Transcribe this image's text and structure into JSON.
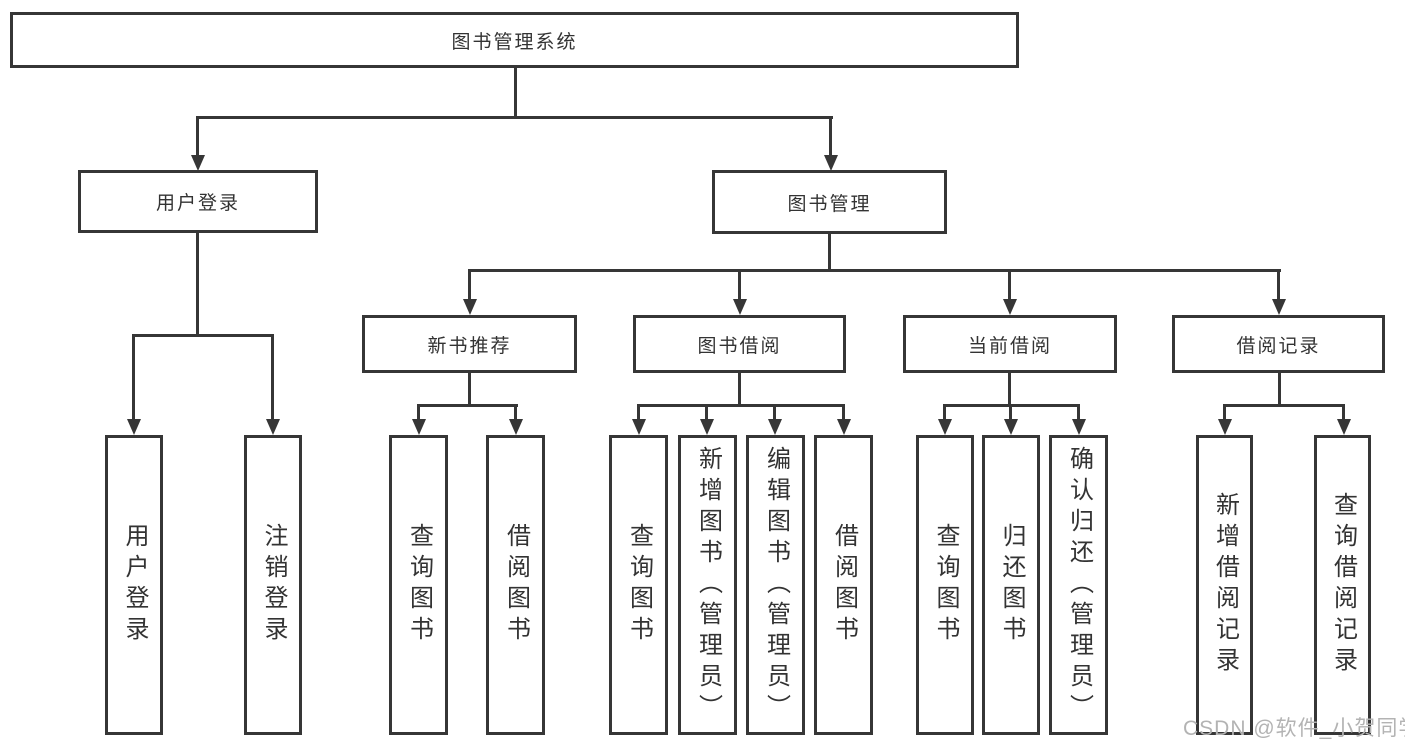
{
  "diagram": {
    "type": "tree",
    "colors": {
      "line": "#363636",
      "text": "#333333",
      "watermark": "#b3b3b3",
      "background": "#ffffff"
    },
    "root": {
      "label": "图书管理系统"
    },
    "branches": {
      "user_login": {
        "label": "用户登录",
        "children": [
          {
            "label": "用户登录"
          },
          {
            "label": "注销登录"
          }
        ]
      },
      "book_management": {
        "label": "图书管理",
        "sections": [
          {
            "label": "新书推荐",
            "children": [
              {
                "label": "查询图书"
              },
              {
                "label": "借阅图书"
              }
            ]
          },
          {
            "label": "图书借阅",
            "children": [
              {
                "label": "查询图书"
              },
              {
                "label": "新增图书（管理员）"
              },
              {
                "label": "编辑图书（管理员）"
              },
              {
                "label": "借阅图书"
              }
            ]
          },
          {
            "label": "当前借阅",
            "children": [
              {
                "label": "查询图书"
              },
              {
                "label": "归还图书"
              },
              {
                "label": "确认归还（管理员）"
              }
            ]
          },
          {
            "label": "借阅记录",
            "children": [
              {
                "label": "新增借阅记录"
              },
              {
                "label": "查询借阅记录"
              }
            ]
          }
        ]
      }
    },
    "watermark": "CSDN @软件_小贺同学"
  }
}
